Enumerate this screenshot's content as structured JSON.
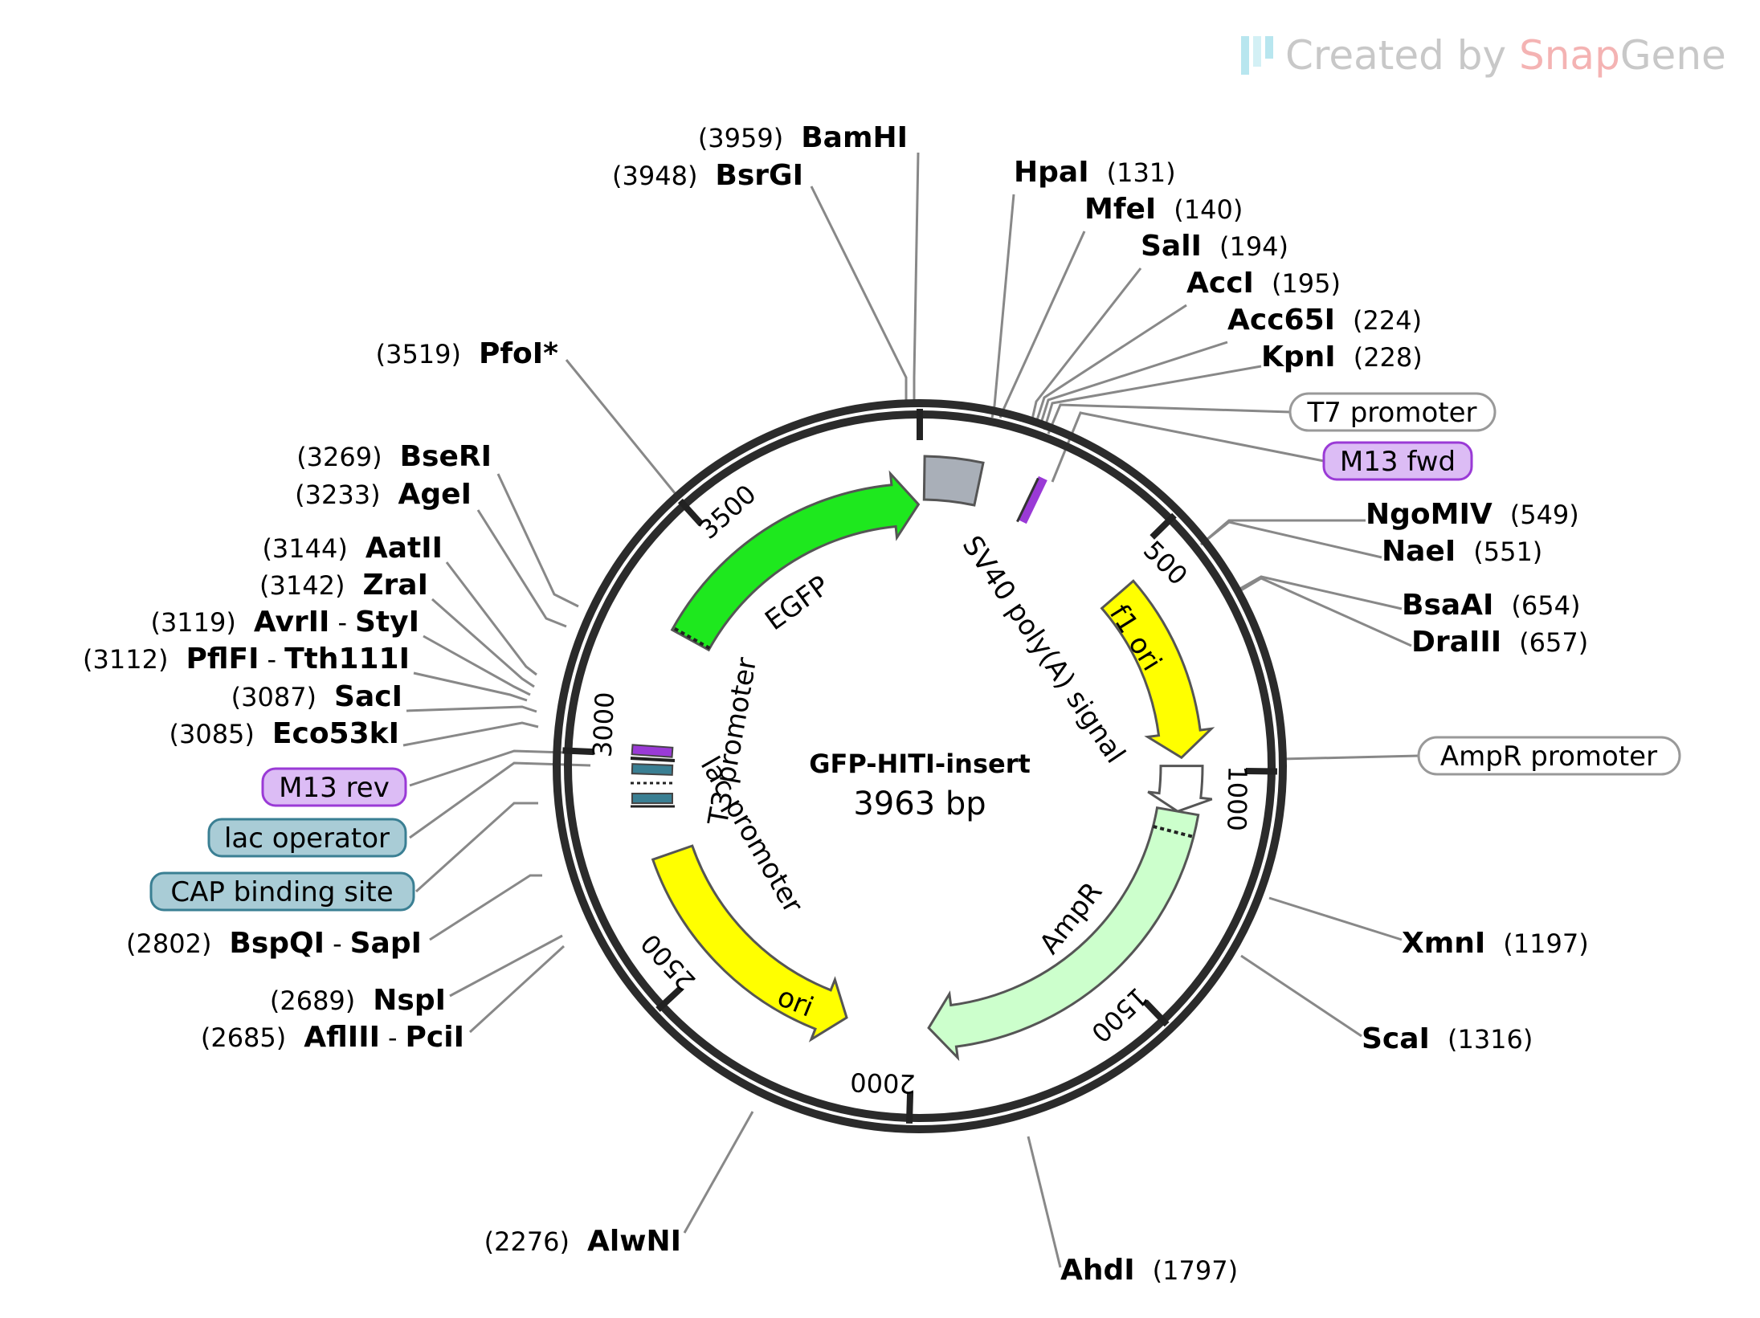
{
  "watermark": {
    "prefix": "Created by ",
    "snap": "Snap",
    "gene": "Gene"
  },
  "plasmid": {
    "name": "GFP-HITI-insert",
    "length_label": "3963 bp",
    "length": 3963
  },
  "ticks": [
    {
      "pos": 500,
      "label": "500"
    },
    {
      "pos": 1000,
      "label": "1000"
    },
    {
      "pos": 1500,
      "label": "1500"
    },
    {
      "pos": 2000,
      "label": "2000"
    },
    {
      "pos": 2500,
      "label": "2500"
    },
    {
      "pos": 3000,
      "label": "3000"
    },
    {
      "pos": 3500,
      "label": "3500"
    }
  ],
  "features": [
    {
      "id": "egfp",
      "label": "EGFP",
      "start": 3290,
      "end": 3960,
      "strand": 1,
      "color": "#1ee81e"
    },
    {
      "id": "sv40",
      "label": "SV40 poly(A) signal",
      "start": 10,
      "end": 130,
      "strand": 0,
      "color": "#a9afb8"
    },
    {
      "id": "f1ori",
      "label": "f1 ori",
      "start": 540,
      "end": 970,
      "strand": 1,
      "color": "#ffff00"
    },
    {
      "id": "amprprom",
      "label": "",
      "start": 990,
      "end": 1100,
      "strand": 1,
      "color": "#ffffff"
    },
    {
      "id": "ampr",
      "label": "AmpR",
      "start": 1100,
      "end": 1960,
      "strand": 1,
      "color": "#ccffcc"
    },
    {
      "id": "ori",
      "label": "ori",
      "start": 2160,
      "end": 2760,
      "strand": -1,
      "color": "#ffff00"
    },
    {
      "id": "lacprom",
      "label": "lac promoter",
      "start": 2920,
      "end": 3030,
      "strand": 0,
      "color": "#ffffff"
    },
    {
      "id": "t3prom",
      "label": "T3 promoter",
      "start": 3035,
      "end": 3060,
      "strand": 0,
      "color": "#ffffff"
    }
  ],
  "sites": [
    {
      "name": "BamHI",
      "pos": "(3959)",
      "side": "left",
      "color": "#000000"
    },
    {
      "name": "BsrGI",
      "pos": "(3948)",
      "side": "left",
      "color": "#000000"
    },
    {
      "name": "PfoI*",
      "pos": "(3519)",
      "side": "left",
      "color": "#808080"
    },
    {
      "name": "BseRI",
      "pos": "(3269)",
      "side": "left",
      "color": "#000000"
    },
    {
      "name": "AgeI",
      "pos": "(3233)",
      "side": "left",
      "color": "#000000"
    },
    {
      "name": "AatII",
      "pos": "(3144)",
      "side": "left",
      "color": "#000000"
    },
    {
      "name": "ZraI",
      "pos": "(3142)",
      "side": "left",
      "color": "#000000"
    },
    {
      "name": "AvrII",
      "name2": "StyI",
      "pos": "(3119)",
      "side": "left",
      "color": "#000000"
    },
    {
      "name": "PflFI",
      "name2": "Tth111I",
      "pos": "(3112)",
      "side": "left",
      "color": "#000000"
    },
    {
      "name": "SacI",
      "pos": "(3087)",
      "side": "left",
      "color": "#000000"
    },
    {
      "name": "Eco53kI",
      "pos": "(3085)",
      "side": "left",
      "color": "#000000"
    },
    {
      "name": "BspQI",
      "name2": "SapI",
      "pos": "(2802)",
      "side": "left",
      "color": "#000000"
    },
    {
      "name": "NspI",
      "pos": "(2689)",
      "side": "left",
      "color": "#000000"
    },
    {
      "name": "AflIII",
      "name2": "PciI",
      "pos": "(2685)",
      "side": "left",
      "color": "#000000"
    },
    {
      "name": "AlwNI",
      "pos": "(2276)",
      "side": "left",
      "color": "#000000"
    },
    {
      "name": "HpaI",
      "pos": "(131)",
      "side": "right",
      "color": "#000000"
    },
    {
      "name": "MfeI",
      "pos": "(140)",
      "side": "right",
      "color": "#000000"
    },
    {
      "name": "SalI",
      "pos": "(194)",
      "side": "right",
      "color": "#000000"
    },
    {
      "name": "AccI",
      "pos": "(195)",
      "side": "right",
      "color": "#000000"
    },
    {
      "name": "Acc65I",
      "pos": "(224)",
      "side": "right",
      "color": "#000000"
    },
    {
      "name": "KpnI",
      "pos": "(228)",
      "side": "right",
      "color": "#000000"
    },
    {
      "name": "NgoMIV",
      "pos": "(549)",
      "side": "right",
      "color": "#000000"
    },
    {
      "name": "NaeI",
      "pos": "(551)",
      "side": "right",
      "color": "#000000"
    },
    {
      "name": "BsaAI",
      "pos": "(654)",
      "side": "right",
      "color": "#000000"
    },
    {
      "name": "DraIII",
      "pos": "(657)",
      "side": "right",
      "color": "#000000"
    },
    {
      "name": "XmnI",
      "pos": "(1197)",
      "side": "right",
      "color": "#000000"
    },
    {
      "name": "ScaI",
      "pos": "(1316)",
      "side": "right",
      "color": "#000000"
    },
    {
      "name": "AhdI",
      "pos": "(1797)",
      "side": "right",
      "color": "#000000"
    }
  ],
  "boxed_features": [
    {
      "label": "T7 promoter",
      "fill": "#ffffff",
      "stroke": "#999999"
    },
    {
      "label": "M13 fwd",
      "fill": "#dcbcf5",
      "stroke": "#9a3ad6"
    },
    {
      "label": "AmpR promoter",
      "fill": "#ffffff",
      "stroke": "#999999"
    },
    {
      "label": "M13 rev",
      "fill": "#dcbcf5",
      "stroke": "#9a3ad6"
    },
    {
      "label": "lac operator",
      "fill": "#a9ccd6",
      "stroke": "#3a7f93"
    },
    {
      "label": "CAP binding site",
      "fill": "#a9ccd6",
      "stroke": "#3a7f93"
    }
  ]
}
